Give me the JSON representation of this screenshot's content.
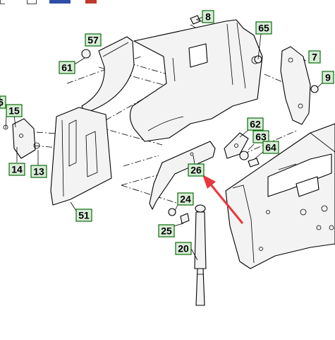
{
  "colors": {
    "callout_fill": "#d8ecd8",
    "callout_border": "#0b6b0b",
    "arrow": "#e8383d",
    "line": "#000000"
  },
  "toolbar_icons": [
    "toolbar-icon-a",
    "toolbar-icon-b",
    "toolbar-icon-c",
    "toolbar-icon-d"
  ],
  "callouts": [
    {
      "id": "c8",
      "label": "8"
    },
    {
      "id": "c65",
      "label": "65"
    },
    {
      "id": "c57",
      "label": "57"
    },
    {
      "id": "c61",
      "label": "61"
    },
    {
      "id": "c7",
      "label": "7"
    },
    {
      "id": "c9",
      "label": "9"
    },
    {
      "id": "c6",
      "label": "6"
    },
    {
      "id": "c15",
      "label": "15"
    },
    {
      "id": "c14",
      "label": "14"
    },
    {
      "id": "c13",
      "label": "13"
    },
    {
      "id": "c62",
      "label": "62"
    },
    {
      "id": "c63",
      "label": "63"
    },
    {
      "id": "c64",
      "label": "64"
    },
    {
      "id": "c26",
      "label": "26"
    },
    {
      "id": "c24",
      "label": "24"
    },
    {
      "id": "c25",
      "label": "25"
    },
    {
      "id": "c20",
      "label": "20"
    },
    {
      "id": "c51",
      "label": "51"
    }
  ],
  "highlight_arrow": {
    "target": "26",
    "icon": "red-arrow-icon"
  }
}
